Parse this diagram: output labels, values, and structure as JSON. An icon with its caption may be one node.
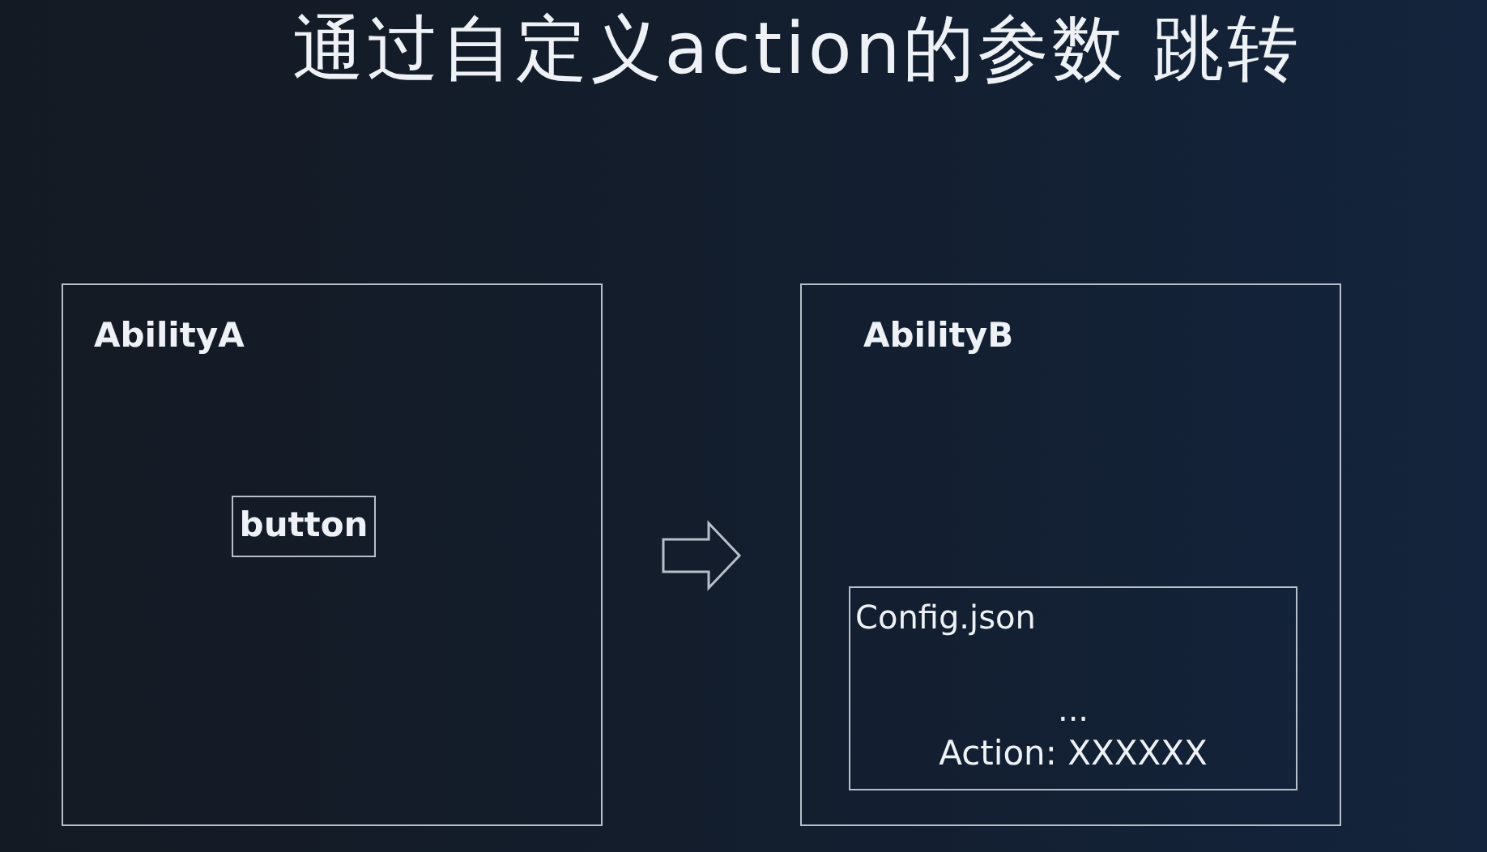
{
  "diagram": {
    "title": "通过自定义action的参数 跳转",
    "nodes": [
      {
        "text": [
          "AbilityA"
        ]
      },
      {
        "text": [
          "button"
        ],
        "in": 0
      },
      {
        "text": [
          "AbilityB"
        ]
      },
      {
        "text": [
          "Config.json",
          "...",
          "Action: XXXXXX"
        ],
        "in": 2
      }
    ],
    "edges": [
      {
        "from": 0,
        "to": 2,
        "arrow": "to"
      }
    ]
  }
}
